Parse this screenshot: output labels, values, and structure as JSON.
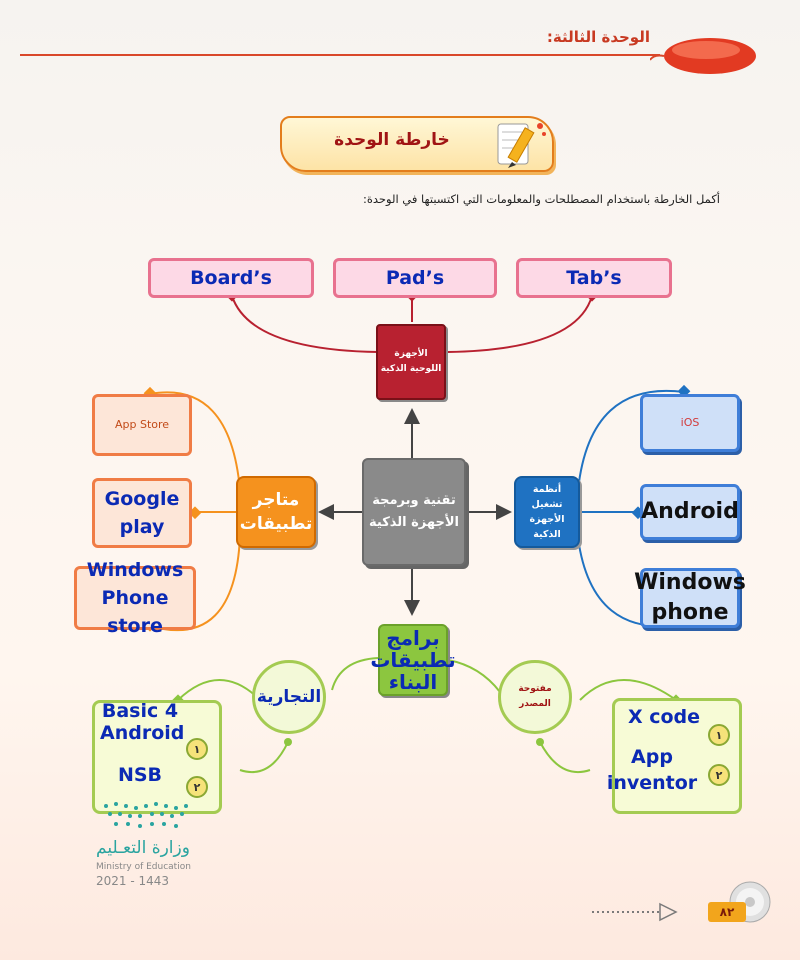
{
  "header": {
    "unit_label": "الوحدة الثالثة:"
  },
  "banner": {
    "title": "خارطة الوحدة"
  },
  "instruction": "أكمل الخارطة باستخدام المصطلحات والمعلومات التي اكتسبتها في الوحدة:",
  "center": {
    "label": "تقنية وبرمجة الأجهزة الذكية"
  },
  "top_branch": {
    "label": "الأجهزة اللوحية الذكية",
    "items": [
      "Board’s",
      "Pad’s",
      "Tab’s"
    ]
  },
  "left_branch": {
    "label": "متاجر تطبيقات",
    "items": [
      "App Store",
      "Google play",
      "Windows Phone store"
    ]
  },
  "right_branch": {
    "label": "أنظمة تشغيل الأجهزة الذكية",
    "items": [
      "iOS",
      "Android",
      "Windows phone"
    ]
  },
  "bottom_branch": {
    "label": "برامج تطبيقات البناء",
    "commercial": {
      "label": "التجارية",
      "items": [
        {
          "num": "١",
          "text": "Basic 4 Android"
        },
        {
          "num": "٢",
          "text": "NSB"
        }
      ]
    },
    "open_source": {
      "label": "مفتوحة المصدر",
      "items": [
        {
          "num": "١",
          "text": "X code"
        },
        {
          "num": "٢",
          "text": "App inventor"
        }
      ]
    }
  },
  "footer": {
    "ministry_ar": "وزارة التعـليم",
    "ministry_en": "Ministry of Education",
    "year": "2021 - 1443",
    "page_number": "٨٢"
  },
  "colors": {
    "accent_red": "#b82130",
    "blue_text": "#0b2ab4",
    "orange": "#f5921e",
    "green": "#8cc63f"
  }
}
